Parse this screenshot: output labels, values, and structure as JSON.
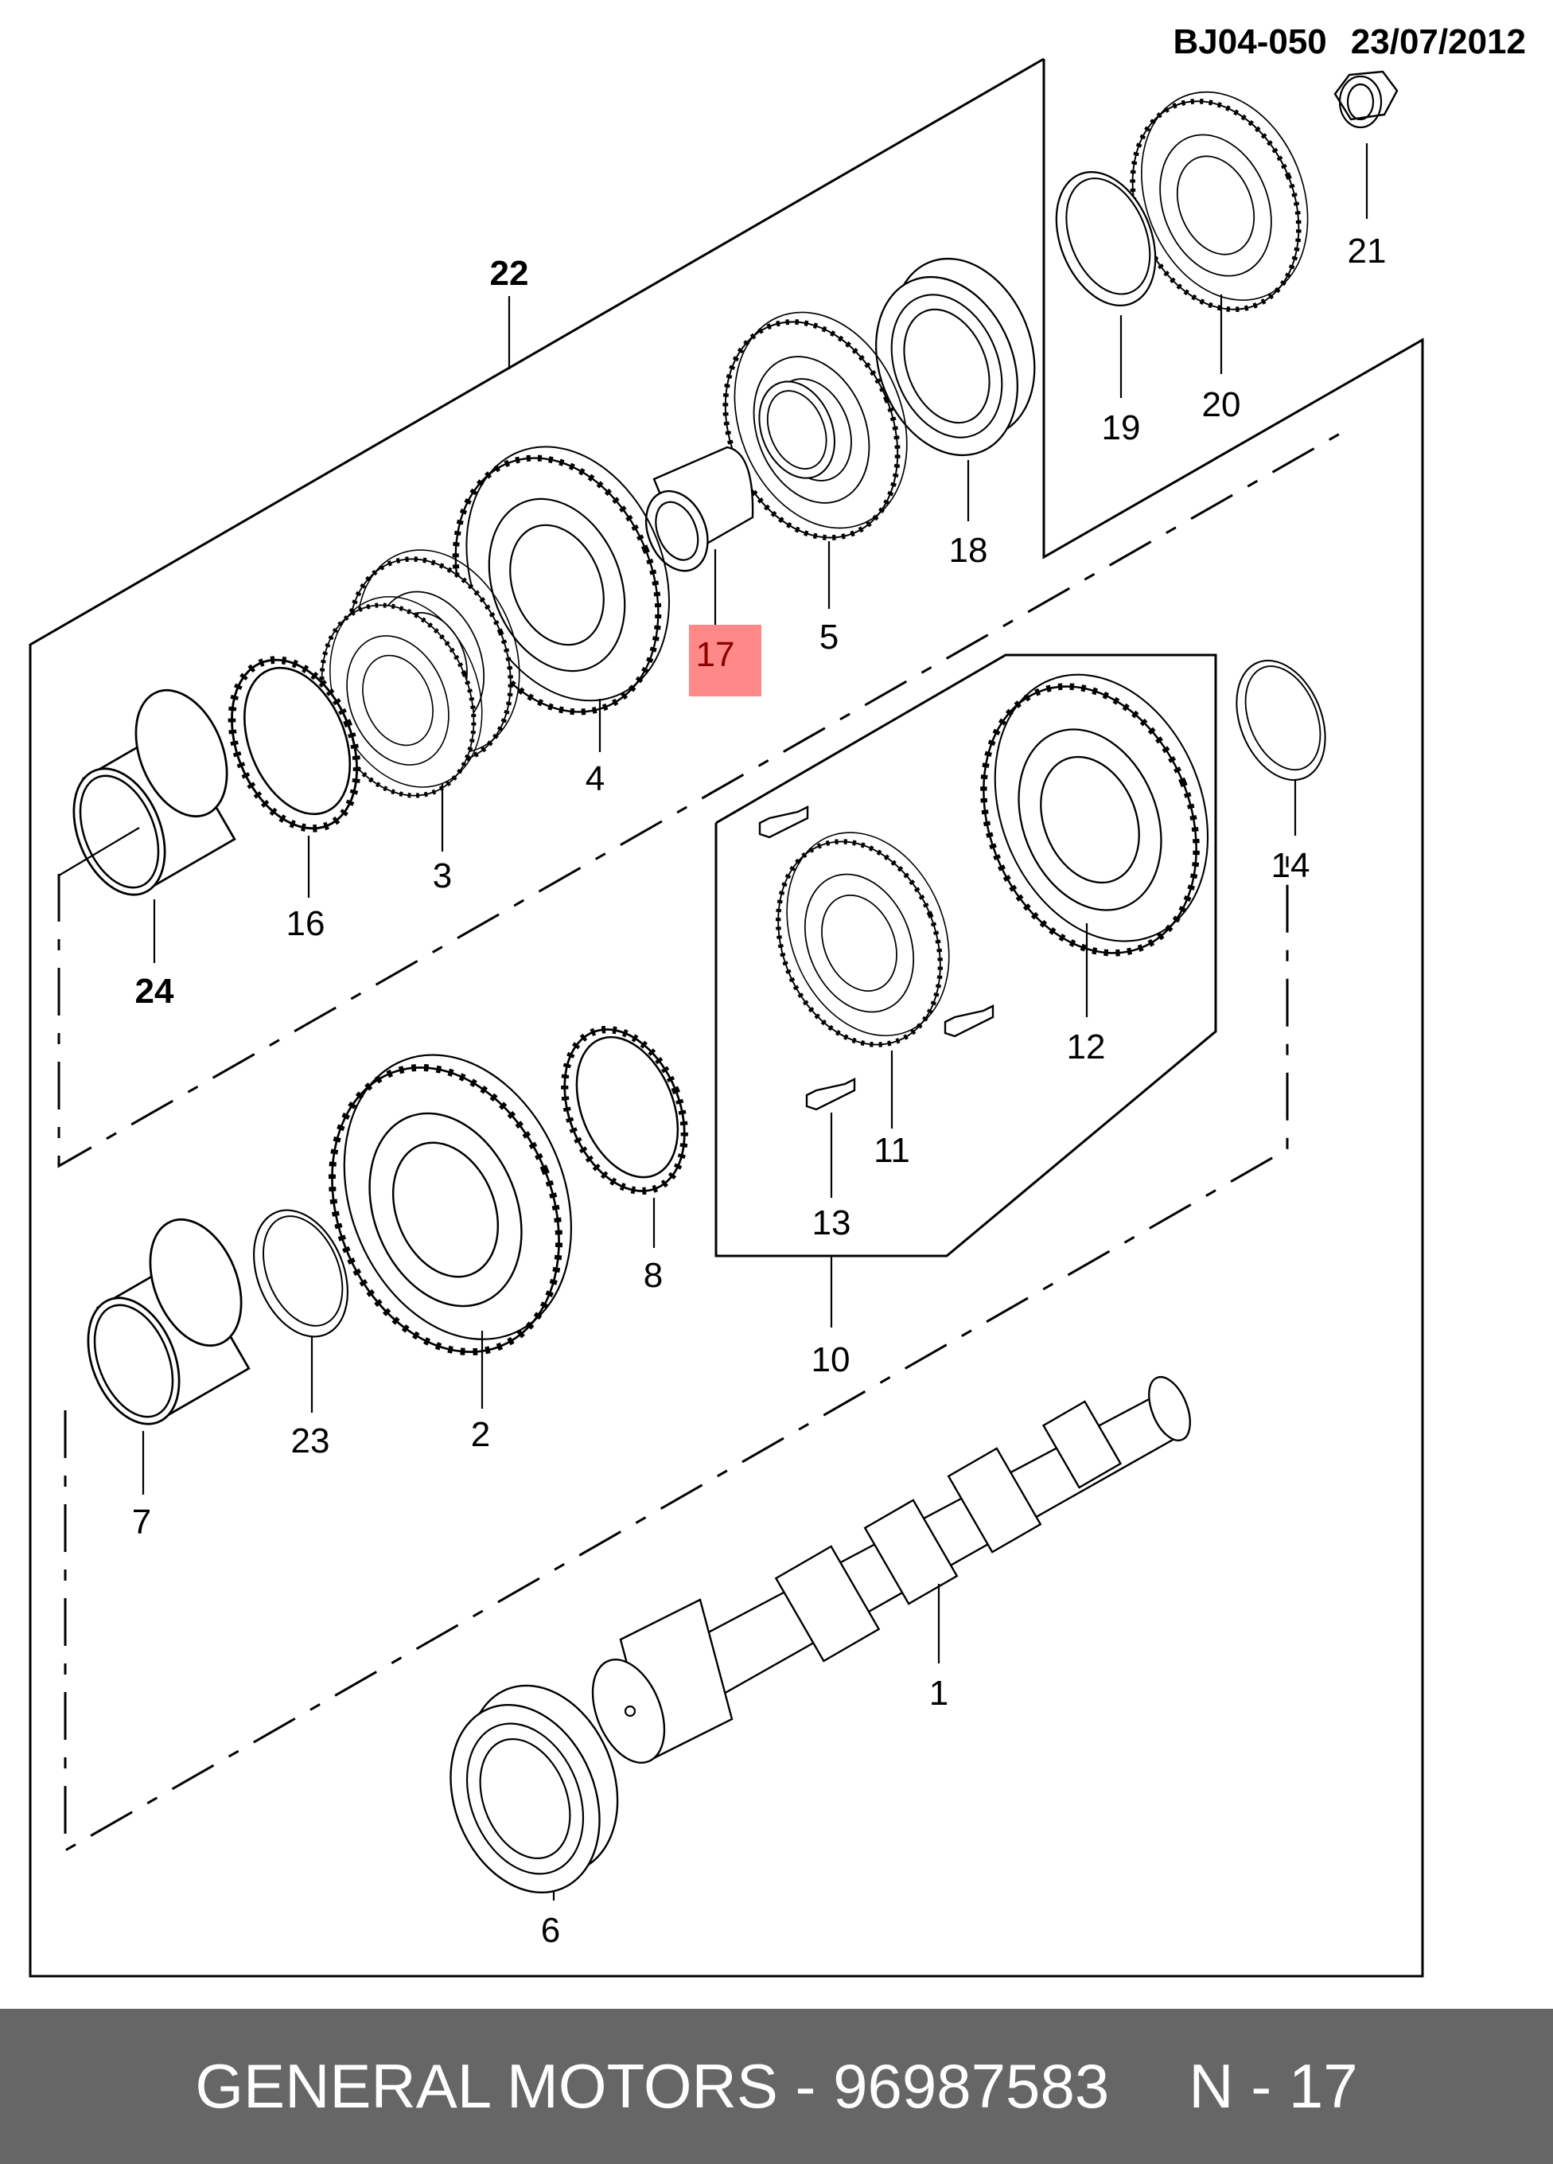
{
  "header": {
    "diagram_code": "BJ04-050",
    "date": "23/07/2012"
  },
  "highlight": {
    "label": "17",
    "color": "#ff8888",
    "text_color": "#8b0000"
  },
  "callouts": {
    "c1": "1",
    "c2": "2",
    "c3": "3",
    "c4": "4",
    "c5": "5",
    "c6": "6",
    "c7": "7",
    "c8": "8",
    "c10": "10",
    "c11": "11",
    "c12": "12",
    "c13": "13",
    "c14": "14",
    "c16": "16",
    "c18": "18",
    "c19": "19",
    "c20": "20",
    "c21": "21",
    "c22": "22",
    "c23": "23",
    "c24": "24"
  },
  "parts": {
    "shaft": "shaft-icon",
    "gear": "gear-icon",
    "bearing": "bearing-icon",
    "ring": "ring-icon",
    "nut": "nut-icon",
    "bushing": "bushing-icon",
    "key": "key-icon"
  },
  "footer": {
    "brand_part": "GENERAL MOTORS - 96987583",
    "item": "N - 17",
    "background": "#666666"
  }
}
